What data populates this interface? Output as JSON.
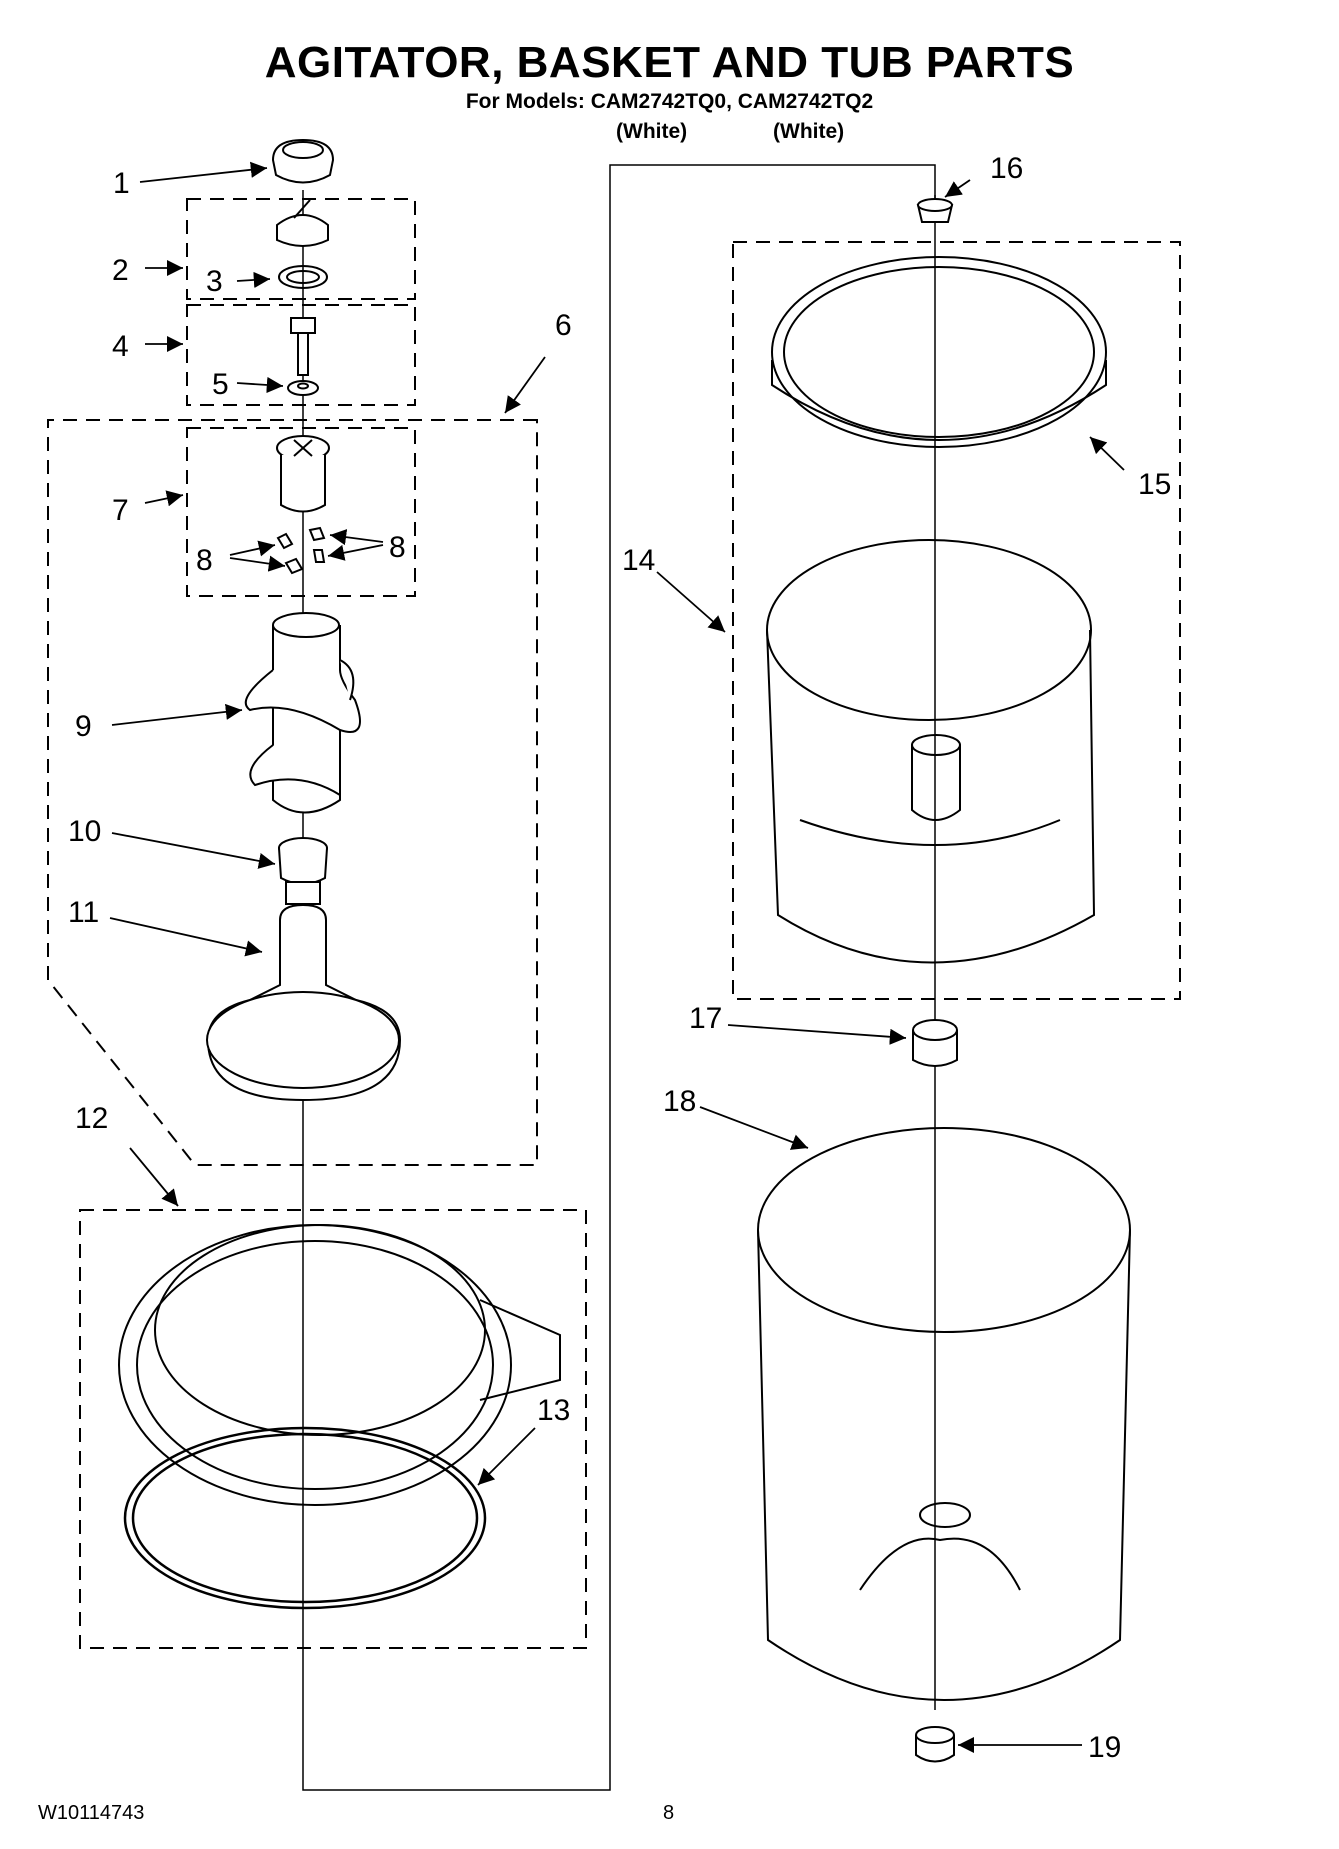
{
  "title": "AGITATOR, BASKET AND TUB PARTS",
  "subtitle": "For Models: CAM2742TQ0, CAM2742TQ2",
  "variants": [
    "(White)",
    "(White)"
  ],
  "callouts": [
    "1",
    "2",
    "3",
    "4",
    "5",
    "6",
    "7",
    "8",
    "8",
    "9",
    "10",
    "11",
    "12",
    "13",
    "14",
    "15",
    "16",
    "17",
    "18",
    "19"
  ],
  "footer": {
    "doc_number": "W10114743",
    "page_number": "8"
  }
}
